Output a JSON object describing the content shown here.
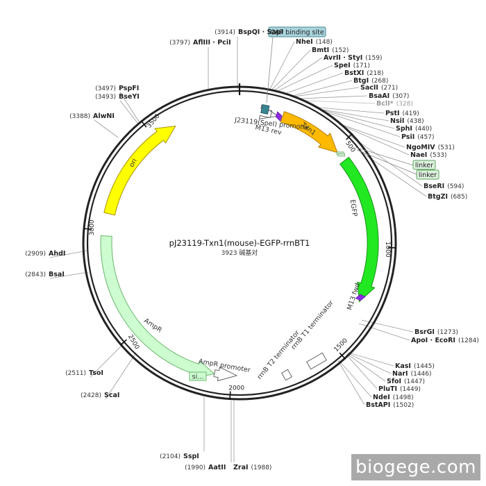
{
  "map": {
    "name": "pJ23119-Txn1(mouse)-EGFP-rrnBT1",
    "length_text": "3923 碱基对",
    "total_bp": 3923
  },
  "ticks": [
    {
      "pos": 500,
      "label": "500"
    },
    {
      "pos": 1000,
      "label": "1000"
    },
    {
      "pos": 1500,
      "label": "1500"
    },
    {
      "pos": 2000,
      "label": "2000"
    },
    {
      "pos": 2500,
      "label": "2500"
    },
    {
      "pos": 3000,
      "label": "3000"
    },
    {
      "pos": 3500,
      "label": "3500"
    }
  ],
  "features": [
    {
      "id": "ori",
      "label": "ori",
      "start": 3080,
      "end": 3610,
      "strand": 1,
      "color": "#ffff00",
      "stroke": "#a89000",
      "ring": "main"
    },
    {
      "id": "txn1",
      "label": "Txn1",
      "start": 205,
      "end": 515,
      "strand": 1,
      "color": "#ffba00",
      "stroke": "#b07a00",
      "ring": "main"
    },
    {
      "id": "egfp",
      "label": "EGFP",
      "start": 565,
      "end": 1265,
      "strand": 1,
      "color": "#22e822",
      "stroke": "#169016",
      "ring": "main"
    },
    {
      "id": "ampr",
      "label": "AmpR",
      "start": 2080,
      "end": 2975,
      "strand": -1,
      "color": "#ccfcd0",
      "stroke": "#6cb46c",
      "ring": "main"
    },
    {
      "id": "j23119",
      "label": "J23119(SpeI) promoter",
      "start": 150,
      "end": 184,
      "strand": 1,
      "color": "#ffffff",
      "stroke": "#666666",
      "ring": "inner"
    },
    {
      "id": "amprprom",
      "label": "AmpR promoter",
      "start": 1975,
      "end": 2080,
      "strand": -1,
      "color": "#ffffff",
      "stroke": "#666666",
      "ring": "inner"
    }
  ],
  "small_features": [
    {
      "id": "cap",
      "pos": 118,
      "color": "#3a8592"
    },
    {
      "id": "m13rev",
      "label": "M13 rev",
      "pos": 188,
      "color": "#8a2be2"
    },
    {
      "id": "m13fwd",
      "label": "M13 fwd",
      "pos": 1245,
      "color": "#8a2be2"
    },
    {
      "id": "linker1",
      "pos": 534,
      "color": "#cce8cc"
    },
    {
      "id": "linker2",
      "pos": 543,
      "color": "#cce8cc"
    }
  ],
  "boxes": [
    {
      "id": "t1",
      "label": "rrnB T1 terminator",
      "pos": 1560
    },
    {
      "id": "t2",
      "label": "rrnB T2 terminator",
      "pos": 1735
    }
  ],
  "tags": {
    "cap": "CAP binding site",
    "linker1": "linker",
    "linker2": "linker",
    "ampr_small": "si..."
  },
  "sites": [
    {
      "id": "s3914",
      "name": "BspQI · SapI",
      "pos": "(3914)",
      "side": "left",
      "faded": false
    },
    {
      "id": "s3797",
      "name": "AflIII · PciI",
      "pos": "(3797)",
      "side": "left",
      "faded": false
    },
    {
      "id": "s3497",
      "name": "PspFI",
      "pos": "(3497)",
      "side": "left",
      "faded": false
    },
    {
      "id": "s3493",
      "name": "BseYI",
      "pos": "(3493)",
      "side": "left",
      "faded": false
    },
    {
      "id": "s3388",
      "name": "AlwNI",
      "pos": "(3388)",
      "side": "left",
      "faded": false
    },
    {
      "id": "s2909",
      "name": "AhdI",
      "pos": "(2909)",
      "side": "left",
      "faded": false
    },
    {
      "id": "s2843",
      "name": "BsaI",
      "pos": "(2843)",
      "side": "left",
      "faded": false
    },
    {
      "id": "s2511",
      "name": "TsoI",
      "pos": "(2511)",
      "side": "left",
      "faded": false
    },
    {
      "id": "s2428",
      "name": "ScaI",
      "pos": "(2428)",
      "side": "left",
      "faded": false
    },
    {
      "id": "s2104",
      "name": "SspI",
      "pos": "(2104)",
      "side": "left",
      "faded": false
    },
    {
      "id": "s1990",
      "name": "AatII",
      "pos": "(1990)",
      "side": "left",
      "faded": false
    },
    {
      "id": "s1988",
      "name": "ZraI",
      "pos": "(1988)",
      "side": "right",
      "faded": false
    },
    {
      "id": "s148",
      "name": "NheI",
      "pos": "(148)",
      "side": "right",
      "faded": false
    },
    {
      "id": "s152",
      "name": "BmtI",
      "pos": "(152)",
      "side": "right",
      "faded": false
    },
    {
      "id": "s159",
      "name": "AvrII · StyI",
      "pos": "(159)",
      "side": "right",
      "faded": false
    },
    {
      "id": "s171",
      "name": "SpeI",
      "pos": "(171)",
      "side": "right",
      "faded": false
    },
    {
      "id": "s218",
      "name": "BstXI",
      "pos": "(218)",
      "side": "right",
      "faded": false
    },
    {
      "id": "s268",
      "name": "BtgI",
      "pos": "(268)",
      "side": "right",
      "faded": false
    },
    {
      "id": "s271",
      "name": "SacII",
      "pos": "(271)",
      "side": "right",
      "faded": false
    },
    {
      "id": "s307",
      "name": "BsaAI",
      "pos": "(307)",
      "side": "right",
      "faded": false
    },
    {
      "id": "s328",
      "name": "BclI*",
      "pos": "(328)",
      "side": "right",
      "faded": true
    },
    {
      "id": "s419",
      "name": "PstI",
      "pos": "(419)",
      "side": "right",
      "faded": false
    },
    {
      "id": "s438",
      "name": "NsiI",
      "pos": "(438)",
      "side": "right",
      "faded": false
    },
    {
      "id": "s440",
      "name": "SphI",
      "pos": "(440)",
      "side": "right",
      "faded": false
    },
    {
      "id": "s457",
      "name": "PsiI",
      "pos": "(457)",
      "side": "right",
      "faded": false
    },
    {
      "id": "s531",
      "name": "NgoMIV",
      "pos": "(531)",
      "side": "right",
      "faded": false
    },
    {
      "id": "s533",
      "name": "NaeI",
      "pos": "(533)",
      "side": "right",
      "faded": false
    },
    {
      "id": "s594",
      "name": "BseRI",
      "pos": "(594)",
      "side": "right",
      "faded": false
    },
    {
      "id": "s685",
      "name": "BtgZI",
      "pos": "(685)",
      "side": "right",
      "faded": false
    },
    {
      "id": "s1273",
      "name": "BsrGI",
      "pos": "(1273)",
      "side": "right",
      "faded": false
    },
    {
      "id": "s1284",
      "name": "ApoI · EcoRI",
      "pos": "(1284)",
      "side": "right",
      "faded": false
    },
    {
      "id": "s1445",
      "name": "KasI",
      "pos": "(1445)",
      "side": "right",
      "faded": false
    },
    {
      "id": "s1446",
      "name": "NarI",
      "pos": "(1446)",
      "side": "right",
      "faded": false
    },
    {
      "id": "s1447",
      "name": "SfoI",
      "pos": "(1447)",
      "side": "right",
      "faded": false
    },
    {
      "id": "s1449",
      "name": "PluTI",
      "pos": "(1449)",
      "side": "right",
      "faded": false
    },
    {
      "id": "s1498",
      "name": "NdeI",
      "pos": "(1498)",
      "side": "right",
      "faded": false
    },
    {
      "id": "s1502",
      "name": "BstAPI",
      "pos": "(1502)",
      "side": "right",
      "faded": false
    }
  ],
  "watermark": "biogege.com"
}
